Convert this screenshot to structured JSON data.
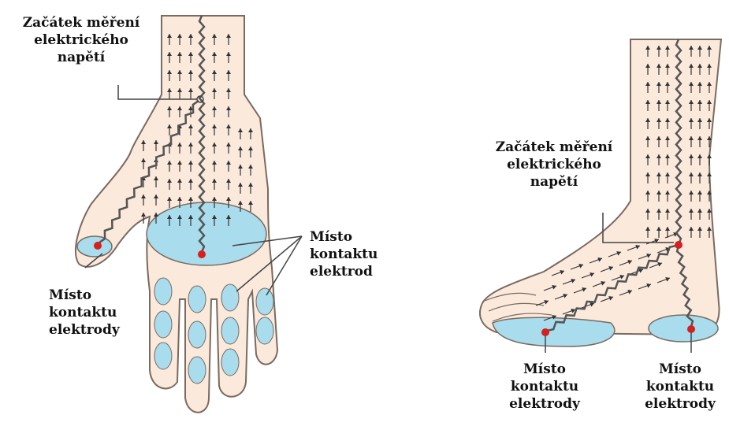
{
  "hand": {
    "start_label": [
      "Začátek měření",
      "elektrického",
      "napětí"
    ],
    "thumb_contact_label": [
      "Místo",
      "kontaktu",
      "elektrody"
    ],
    "palm_contact_label": [
      "Místo",
      "kontaktu",
      "elektrod"
    ]
  },
  "foot": {
    "start_label": [
      "Začátek měření",
      "elektrického",
      "napětí"
    ],
    "toe_contact_label": [
      "Místo",
      "kontaktu",
      "elektrody"
    ],
    "heel_contact_label": [
      "Místo",
      "kontaktu",
      "elektrody"
    ]
  },
  "colors": {
    "skin": "#fbe9dc",
    "outline": "#7a6a60",
    "electrode": "#a9dcec",
    "contact_dot": "#d42020",
    "arrow": "#333333"
  }
}
